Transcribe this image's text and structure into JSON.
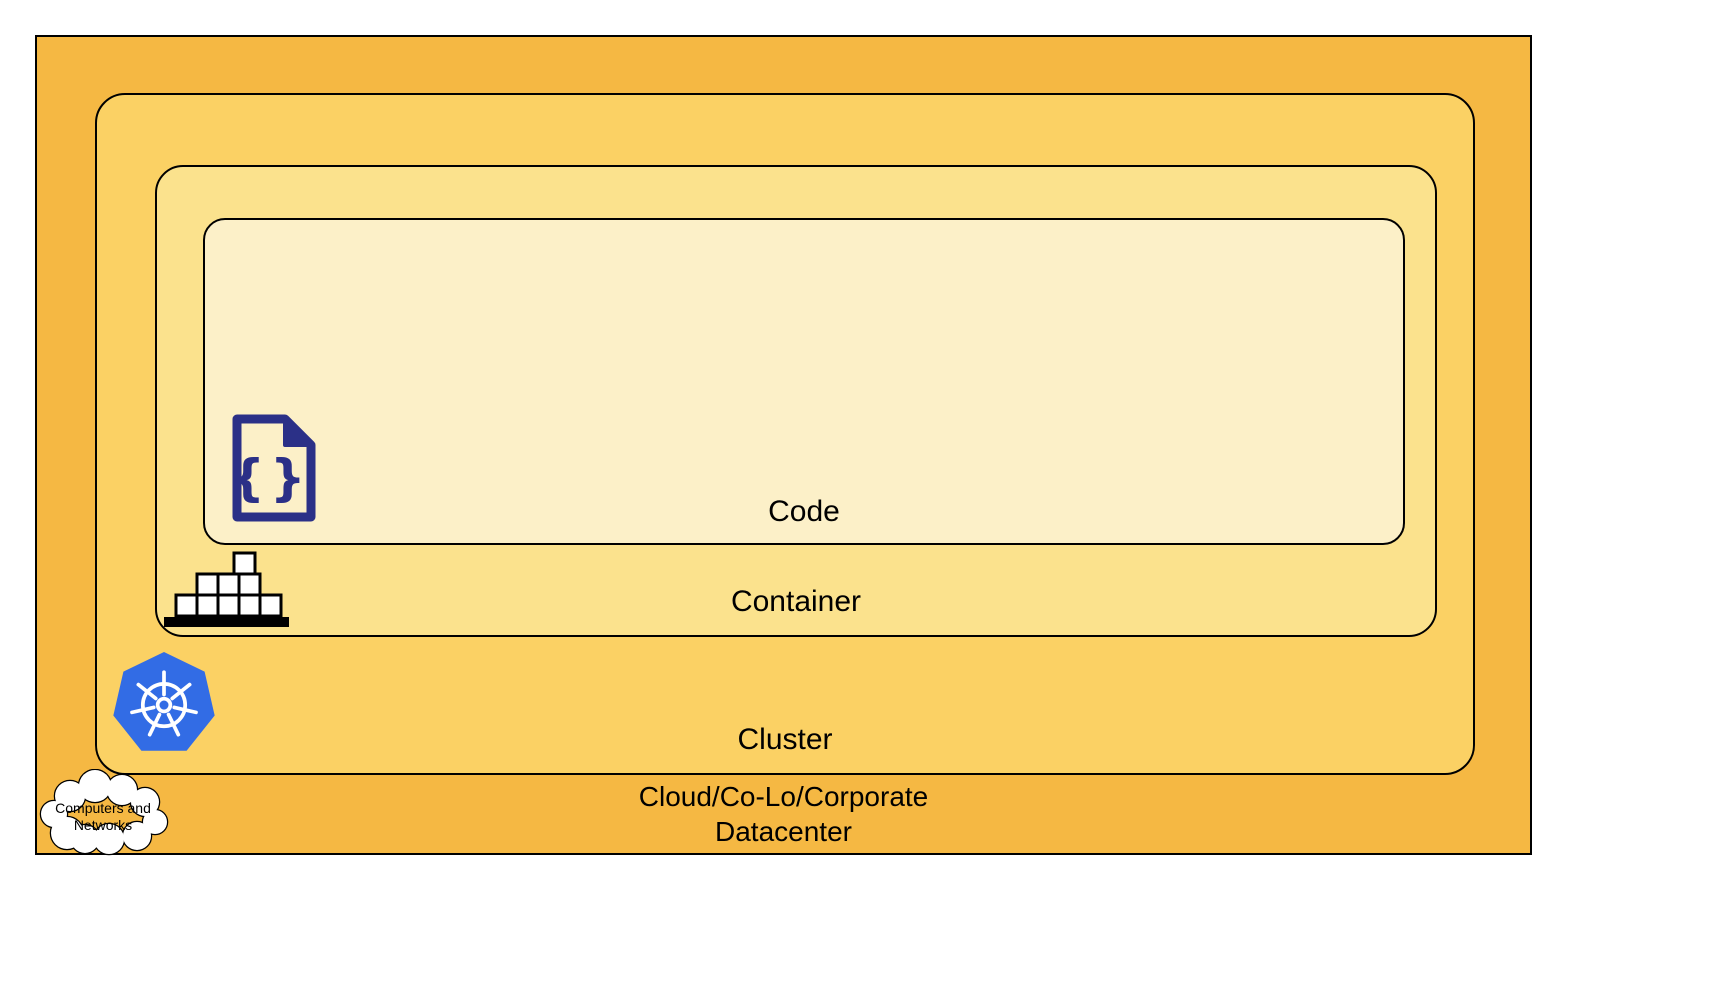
{
  "layers": {
    "code": {
      "label": "Code",
      "fill": "#FCF0C8"
    },
    "container": {
      "label": "Container",
      "fill": "#FBE28D"
    },
    "cluster": {
      "label": "Cluster",
      "fill": "#FBD164"
    },
    "datacenter": {
      "label_line1": "Cloud/Co-Lo/Corporate",
      "label_line2": "Datacenter",
      "fill": "#F5B843"
    }
  },
  "cloud_callout": {
    "line1": "Computers and",
    "line2": "Networks"
  },
  "icons": {
    "code_file": {
      "name": "code-file-icon",
      "glyph": "{}"
    },
    "container_stack": {
      "name": "container-stack-icon"
    },
    "kubernetes": {
      "name": "kubernetes-icon"
    },
    "cloud": {
      "name": "cloud-icon"
    }
  },
  "colors": {
    "kubernetes_blue": "#326CE5",
    "code_icon_navy": "#2B3087",
    "outline": "#000000",
    "background": "#FFFFFF"
  }
}
